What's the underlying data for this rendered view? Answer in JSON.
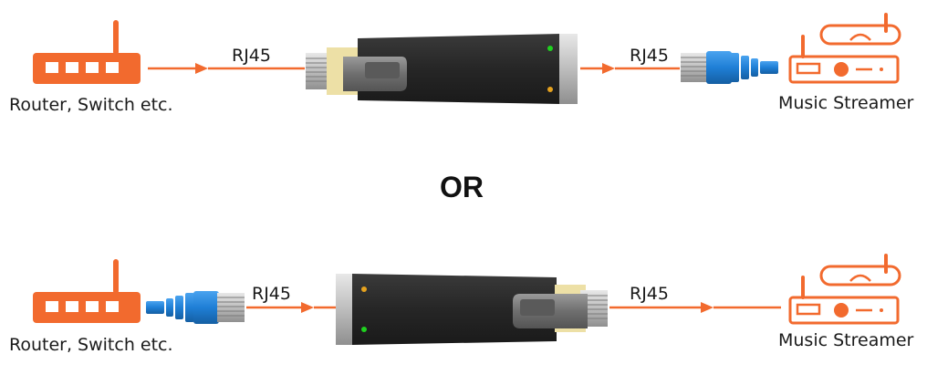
{
  "colors": {
    "accent": "#f26a2e",
    "cable": "#1f7fd6",
    "device": "#262626",
    "led_green": "#1fd11f",
    "led_amber": "#e6a21e"
  },
  "top": {
    "source_label": "Router, Switch etc.",
    "link_in_label": "RJ45",
    "link_out_label": "RJ45",
    "target_label": "Music Streamer"
  },
  "separator": "OR",
  "bottom": {
    "source_label": "Router, Switch etc.",
    "link_in_label": "RJ45",
    "link_out_label": "RJ45",
    "target_label": "Music Streamer"
  },
  "icons": [
    "router-icon",
    "music-streamer-icon",
    "network-isolator-device",
    "rj45-cable-icon"
  ]
}
